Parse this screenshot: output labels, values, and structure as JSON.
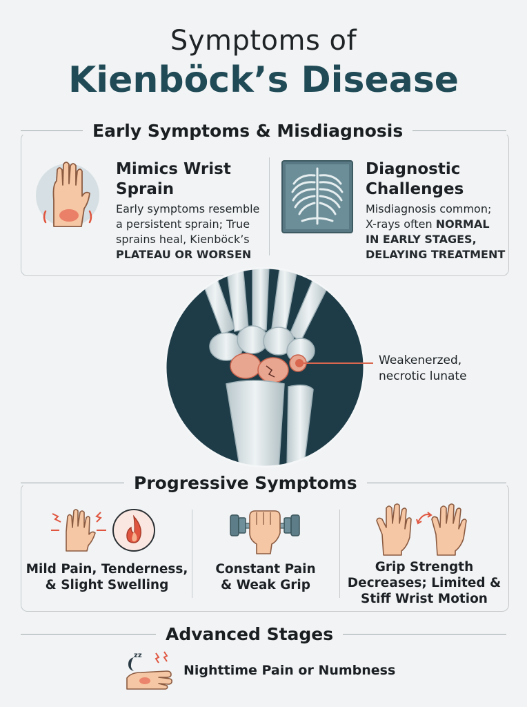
{
  "title": {
    "line1": "Symptoms of",
    "line2": "Kienböck’s Disease"
  },
  "early": {
    "heading": "Early Symptoms & Misdiagnosis",
    "left": {
      "title_l1": "Mimics Wrist",
      "title_l2": "Sprain",
      "body_l1": "Early symptoms resemble",
      "body_l2": "a persistent sprain; True",
      "body_l3": "sprains heal, Kienböck’s",
      "body_l4": "PLATEAU OR WORSEN",
      "icon": "hand-pain-icon"
    },
    "right": {
      "title_l1": "Diagnostic",
      "title_l2": "Challenges",
      "body_l1": "Misdiagnosis common;",
      "body_l2a": "X-rays often ",
      "body_l2b": "NORMAL",
      "body_l3": "IN EARLY STAGES,",
      "body_l4": "DELAYING TREATMENT",
      "icon": "xray-chest-icon"
    }
  },
  "illustration": {
    "label_l1": "Weakenerzed,",
    "label_l2": "necrotic lunate",
    "accent": "#d9664e"
  },
  "progressive": {
    "heading": "Progressive Symptoms",
    "items": [
      {
        "l1": "Mild Pain, Tenderness,",
        "l2": "& Slight Swelling",
        "l3": ""
      },
      {
        "l1": "Constant Pain",
        "l2": "& Weak Grip",
        "l3": ""
      },
      {
        "l1": "Grip Strength",
        "l2": "Decreases; Limited &",
        "l3": "Stiff Wrist Motion"
      }
    ]
  },
  "advanced": {
    "heading": "Advanced Stages",
    "item": "Nighttime Pain or Numbness"
  },
  "colors": {
    "title_accent": "#1f4a56",
    "pain_red": "#e0553f",
    "skin": "#f6c7a4",
    "xray_dark": "#1d3c48"
  }
}
